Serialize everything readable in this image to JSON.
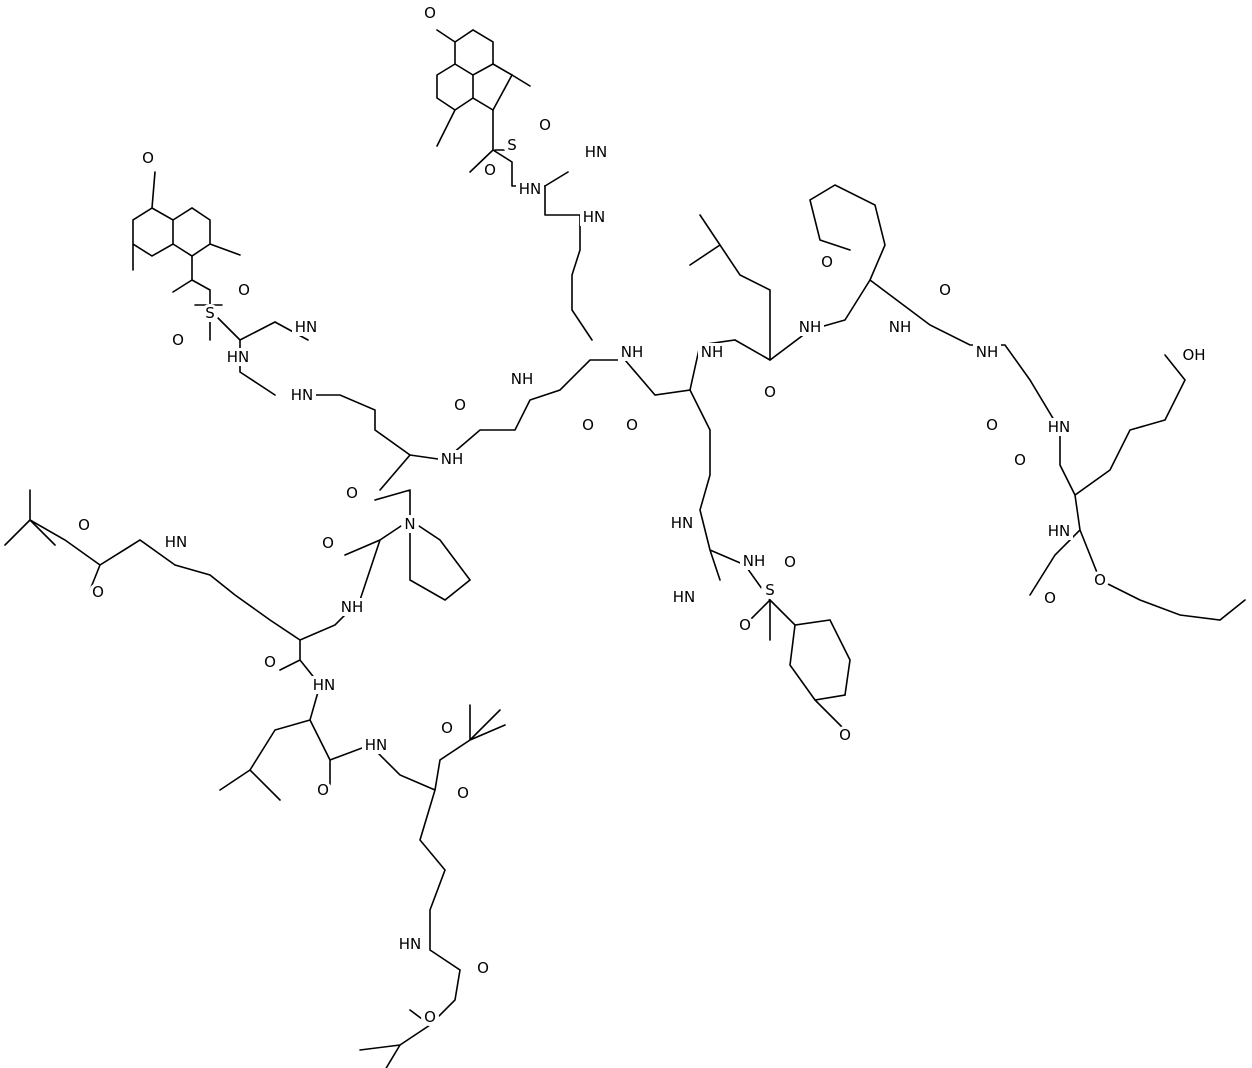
{
  "atom_labels": {
    "o": "O",
    "n": "N",
    "s": "S",
    "nh": "NH",
    "hn": "HN",
    "oh": "OH"
  },
  "colors": {
    "bond": "#000000",
    "background": "#ffffff"
  }
}
